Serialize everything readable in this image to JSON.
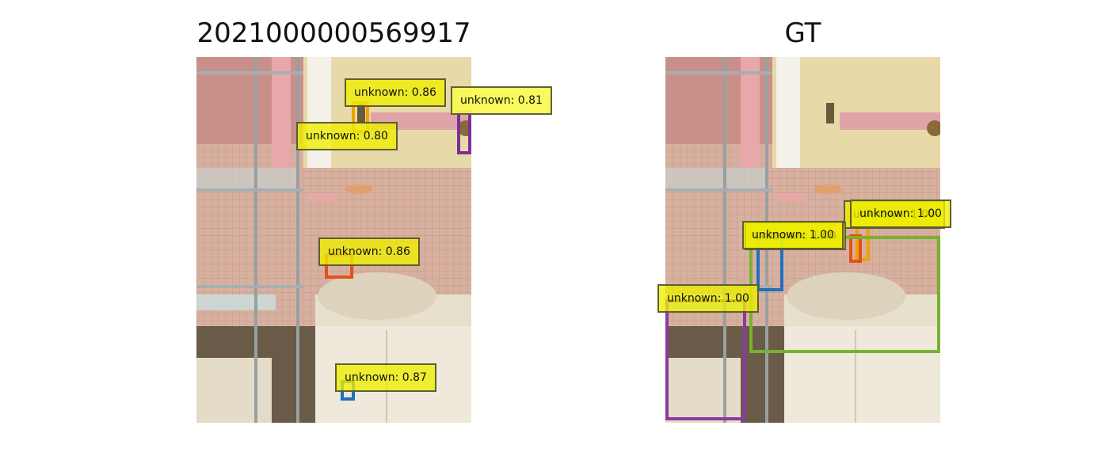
{
  "panels": [
    {
      "title": "2021000000569917",
      "boxes": [
        {
          "color": "#f0a000",
          "label": "unknown: 0.86"
        },
        {
          "color": "#7a2f9a",
          "label": "unknown: 0.81"
        },
        {
          "color": "#c8c800",
          "label": "unknown: 0.80"
        },
        {
          "color": "#e0521a",
          "label": "unknown: 0.86"
        },
        {
          "color": "#1f70c0",
          "label": "unknown: 0.87"
        }
      ]
    },
    {
      "title": "GT",
      "boxes": [
        {
          "color": "#f0a000",
          "label": "unknown: 1.00"
        },
        {
          "color": "#e0521a",
          "label": "unknown: 1.00"
        },
        {
          "color": "#1f70c0",
          "label": "unknown: 1.00"
        },
        {
          "color": "#7ab030",
          "label": "unknown: 1.00"
        },
        {
          "color": "#8a3aa0",
          "label": "unknown: 1.00"
        }
      ]
    }
  ]
}
